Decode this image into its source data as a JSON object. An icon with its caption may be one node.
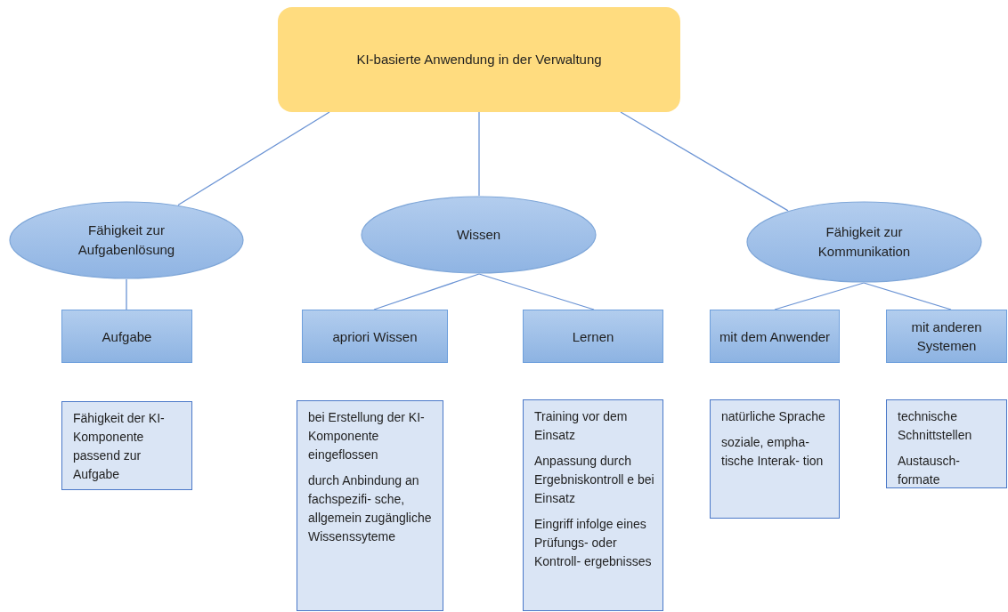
{
  "diagram": {
    "nodes": [
      {
        "text": [
          "KI-basierte Anwendung in der Verwaltung"
        ]
      },
      {
        "text": [
          "Fähigkeit zur Aufgabenlösung"
        ]
      },
      {
        "text": [
          "Wissen"
        ]
      },
      {
        "text": [
          "Fähigkeit zur Kommunikation"
        ]
      },
      {
        "text": [
          "Aufgabe"
        ]
      },
      {
        "text": [
          "apriori Wissen"
        ]
      },
      {
        "text": [
          "Lernen"
        ]
      },
      {
        "text": [
          "mit dem Anwender"
        ]
      },
      {
        "text": [
          "mit anderen Systemen"
        ]
      },
      {
        "text": [
          "Fähigkeit der KI-Komponente passend zur Aufgabe"
        ]
      },
      {
        "text": [
          "bei Erstellung der KI-Komponente eingeflossen",
          "durch Anbindung an fachspezifi- sche, allgemein zugängliche Wissenssyteme"
        ]
      },
      {
        "text": [
          "Training vor dem Einsatz",
          "Anpassung durch Ergebniskontroll e bei Einsatz",
          "Eingriff infolge eines Prüfungs- oder Kontroll- ergebnisses"
        ]
      },
      {
        "text": [
          "natürliche Sprache",
          "soziale, empha- tische Interak- tion"
        ]
      },
      {
        "text": [
          "technische Schnittstellen",
          "Austausch- formate"
        ]
      }
    ],
    "edges": [
      {
        "from": 0,
        "to": 1,
        "arrow": "none"
      },
      {
        "from": 0,
        "to": 2,
        "arrow": "none"
      },
      {
        "from": 0,
        "to": 3,
        "arrow": "none"
      },
      {
        "from": 1,
        "to": 4,
        "arrow": "none"
      },
      {
        "from": 2,
        "to": 5,
        "arrow": "none"
      },
      {
        "from": 2,
        "to": 6,
        "arrow": "none"
      },
      {
        "from": 3,
        "to": 7,
        "arrow": "none"
      },
      {
        "from": 3,
        "to": 8,
        "arrow": "none"
      }
    ]
  }
}
